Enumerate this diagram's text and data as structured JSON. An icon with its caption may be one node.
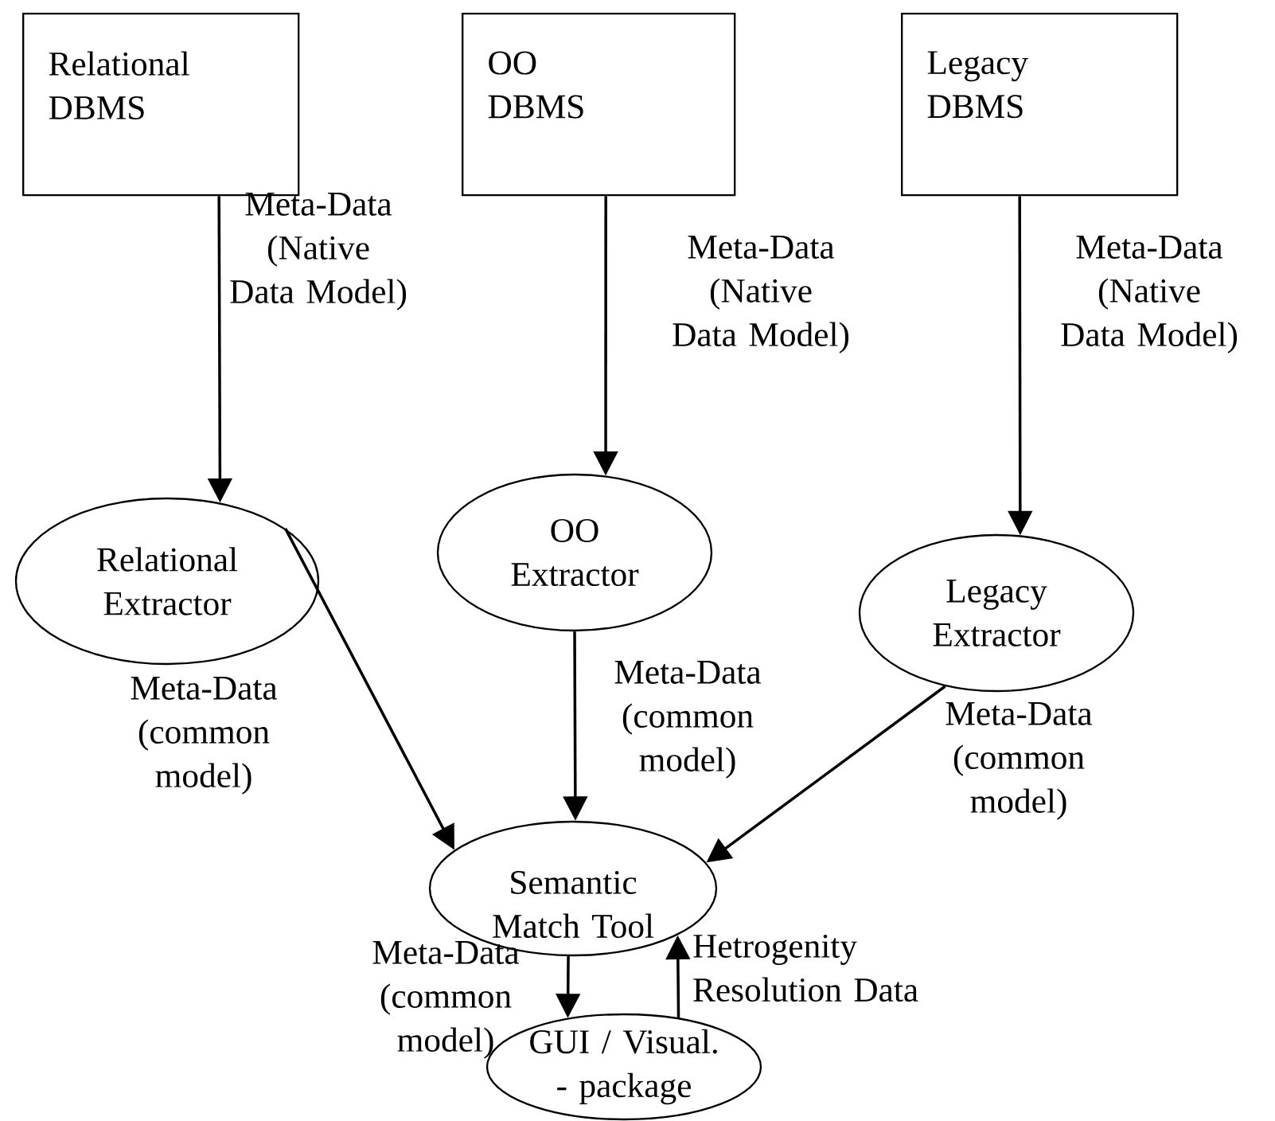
{
  "diagram": {
    "nodes": [
      {
        "text": [
          "Relational DBMS"
        ]
      },
      {
        "text": [
          "OO DBMS"
        ]
      },
      {
        "text": [
          "Legacy DBMS"
        ]
      },
      {
        "text": [
          "Relational Extractor"
        ]
      },
      {
        "text": [
          "OO Extractor"
        ]
      },
      {
        "text": [
          "Legacy Extractor"
        ]
      },
      {
        "text": [
          "Semantic Match Tool"
        ]
      },
      {
        "text": [
          "GUI / Visual. - package"
        ]
      }
    ],
    "edges": [
      {
        "from": 0,
        "to": 3,
        "arrow": "to",
        "label": "Meta-Data (Native Data Model)"
      },
      {
        "from": 1,
        "to": 4,
        "arrow": "to",
        "label": "Meta-Data (Native Data Model)"
      },
      {
        "from": 2,
        "to": 5,
        "arrow": "to",
        "label": "Meta-Data (Native Data Model)"
      },
      {
        "from": 3,
        "to": 6,
        "arrow": "to",
        "label": "Meta-Data (common model)"
      },
      {
        "from": 4,
        "to": 6,
        "arrow": "to",
        "label": "Meta-Data (common model)"
      },
      {
        "from": 5,
        "to": 6,
        "arrow": "to",
        "label": "Meta-Data (common model)"
      },
      {
        "from": 6,
        "to": 7,
        "arrow": "to",
        "label": "Meta-Data (common model)"
      },
      {
        "from": 7,
        "to": 6,
        "arrow": "to",
        "label": "Hetrogenity Resolution Data"
      }
    ]
  }
}
